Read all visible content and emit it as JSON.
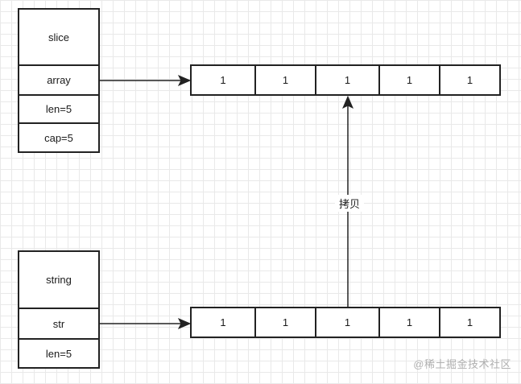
{
  "slice_struct": {
    "title": "slice",
    "fields": [
      "array",
      "len=5",
      "cap=5"
    ]
  },
  "string_struct": {
    "title": "string",
    "fields": [
      "str",
      "len=5"
    ]
  },
  "top_array": {
    "cells": [
      "1",
      "1",
      "1",
      "1",
      "1"
    ]
  },
  "bottom_array": {
    "cells": [
      "1",
      "1",
      "1",
      "1",
      "1"
    ]
  },
  "copy_edge": {
    "label": "拷贝"
  },
  "watermark": "@稀土掘金技术社区"
}
